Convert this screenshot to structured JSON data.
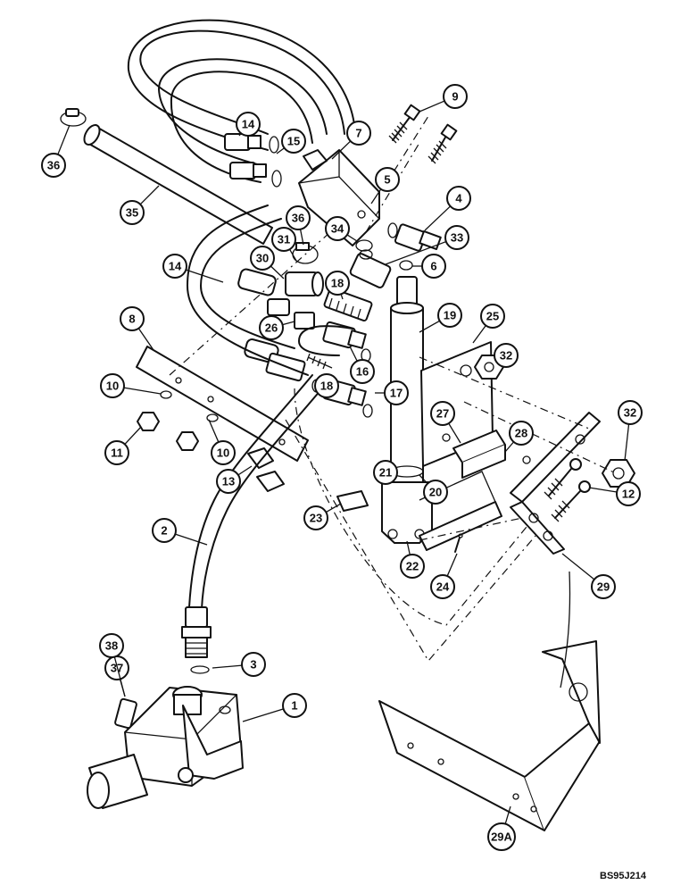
{
  "drawing_code": "BS95J214",
  "callouts": [
    {
      "label": "1"
    },
    {
      "label": "2"
    },
    {
      "label": "3"
    },
    {
      "label": "4"
    },
    {
      "label": "5"
    },
    {
      "label": "6"
    },
    {
      "label": "7"
    },
    {
      "label": "8"
    },
    {
      "label": "9"
    },
    {
      "label": "10"
    },
    {
      "label": "10"
    },
    {
      "label": "11"
    },
    {
      "label": "12"
    },
    {
      "label": "13"
    },
    {
      "label": "14"
    },
    {
      "label": "14"
    },
    {
      "label": "15"
    },
    {
      "label": "16"
    },
    {
      "label": "17"
    },
    {
      "label": "18"
    },
    {
      "label": "18"
    },
    {
      "label": "19"
    },
    {
      "label": "20"
    },
    {
      "label": "21"
    },
    {
      "label": "22"
    },
    {
      "label": "23"
    },
    {
      "label": "24"
    },
    {
      "label": "25"
    },
    {
      "label": "26"
    },
    {
      "label": "27"
    },
    {
      "label": "28"
    },
    {
      "label": "29"
    },
    {
      "label": "29A"
    },
    {
      "label": "30"
    },
    {
      "label": "31"
    },
    {
      "label": "32"
    },
    {
      "label": "32"
    },
    {
      "label": "33"
    },
    {
      "label": "34"
    },
    {
      "label": "35"
    },
    {
      "label": "36"
    },
    {
      "label": "36"
    },
    {
      "label": "37"
    },
    {
      "label": "38"
    }
  ]
}
